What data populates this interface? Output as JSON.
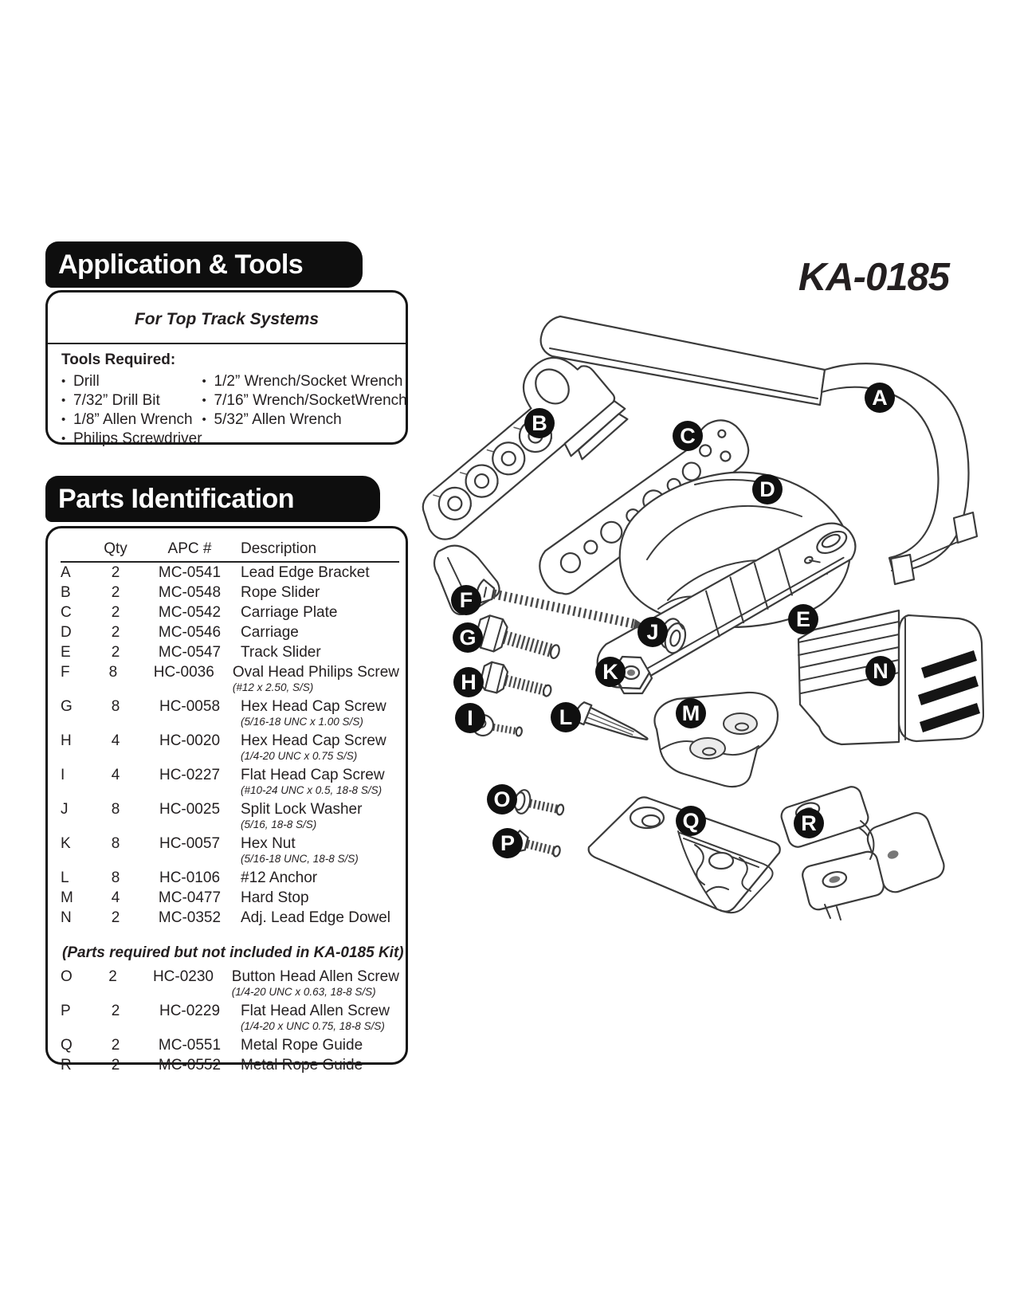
{
  "product_code": "KA-0185",
  "application_tools": {
    "title": "Application & Tools",
    "subtitle": "For Top Track Systems",
    "tools_required_label": "Tools Required:",
    "bullet": "•",
    "tools_col1": [
      "Drill",
      "7/32” Drill Bit",
      "1/8” Allen Wrench",
      "Philips Screwdriver"
    ],
    "tools_col2": [
      "1/2”  Wrench/Socket Wrench",
      "7/16”  Wrench/SocketWrench",
      "5/32” Allen Wrench"
    ]
  },
  "parts_identification": {
    "title": "Parts Identification",
    "columns": {
      "qty": "Qty",
      "apc": "APC #",
      "description": "Description"
    },
    "parts": [
      {
        "id": "A",
        "qty": "2",
        "apc": "MC-0541",
        "description": "Lead Edge Bracket",
        "spec": ""
      },
      {
        "id": "B",
        "qty": "2",
        "apc": "MC-0548",
        "description": "Rope Slider",
        "spec": ""
      },
      {
        "id": "C",
        "qty": "2",
        "apc": "MC-0542",
        "description": "Carriage Plate",
        "spec": ""
      },
      {
        "id": "D",
        "qty": "2",
        "apc": "MC-0546",
        "description": "Carriage",
        "spec": ""
      },
      {
        "id": "E",
        "qty": "2",
        "apc": "MC-0547",
        "description": "Track Slider",
        "spec": ""
      },
      {
        "id": "F",
        "qty": "8",
        "apc": "HC-0036",
        "description": "Oval Head Philips Screw",
        "spec": "(#12 x 2.50, S/S)"
      },
      {
        "id": "G",
        "qty": "8",
        "apc": "HC-0058",
        "description": "Hex Head Cap Screw",
        "spec": "(5/16-18 UNC x 1.00 S/S)"
      },
      {
        "id": "H",
        "qty": "4",
        "apc": "HC-0020",
        "description": "Hex Head Cap Screw",
        "spec": "(1/4-20 UNC x 0.75 S/S)"
      },
      {
        "id": "I",
        "qty": "4",
        "apc": "HC-0227",
        "description": "Flat Head Cap Screw",
        "spec": "(#10-24 UNC x 0.5, 18-8 S/S)"
      },
      {
        "id": "J",
        "qty": "8",
        "apc": "HC-0025",
        "description": "Split Lock Washer",
        "spec": "(5/16, 18-8 S/S)"
      },
      {
        "id": "K",
        "qty": "8",
        "apc": "HC-0057",
        "description": "Hex Nut",
        "spec": "(5/16-18 UNC, 18-8 S/S)"
      },
      {
        "id": "L",
        "qty": "8",
        "apc": "HC-0106",
        "description": "#12 Anchor",
        "spec": ""
      },
      {
        "id": "M",
        "qty": "4",
        "apc": "MC-0477",
        "description": "Hard Stop",
        "spec": ""
      },
      {
        "id": "N",
        "qty": "2",
        "apc": "MC-0352",
        "description": "Adj. Lead Edge Dowel",
        "spec": ""
      }
    ],
    "note": "(Parts required but not included in KA-0185 Kit)",
    "extra_parts": [
      {
        "id": "O",
        "qty": "2",
        "apc": "HC-0230",
        "description": "Button Head Allen Screw",
        "spec": "(1/4-20 UNC x 0.63, 18-8 S/S)"
      },
      {
        "id": "P",
        "qty": "2",
        "apc": "HC-0229",
        "description": "Flat Head Allen Screw",
        "spec": "(1/4-20 x UNC 0.75, 18-8 S/S)"
      },
      {
        "id": "Q",
        "qty": "2",
        "apc": "MC-0551",
        "description": "Metal Rope Guide",
        "spec": ""
      },
      {
        "id": "R",
        "qty": "2",
        "apc": "MC-0552",
        "description": "Metal Rope Guide",
        "spec": ""
      }
    ]
  },
  "diagram": {
    "labels": [
      "A",
      "B",
      "C",
      "D",
      "E",
      "F",
      "G",
      "H",
      "I",
      "J",
      "K",
      "L",
      "M",
      "N",
      "O",
      "P",
      "Q",
      "R"
    ]
  }
}
